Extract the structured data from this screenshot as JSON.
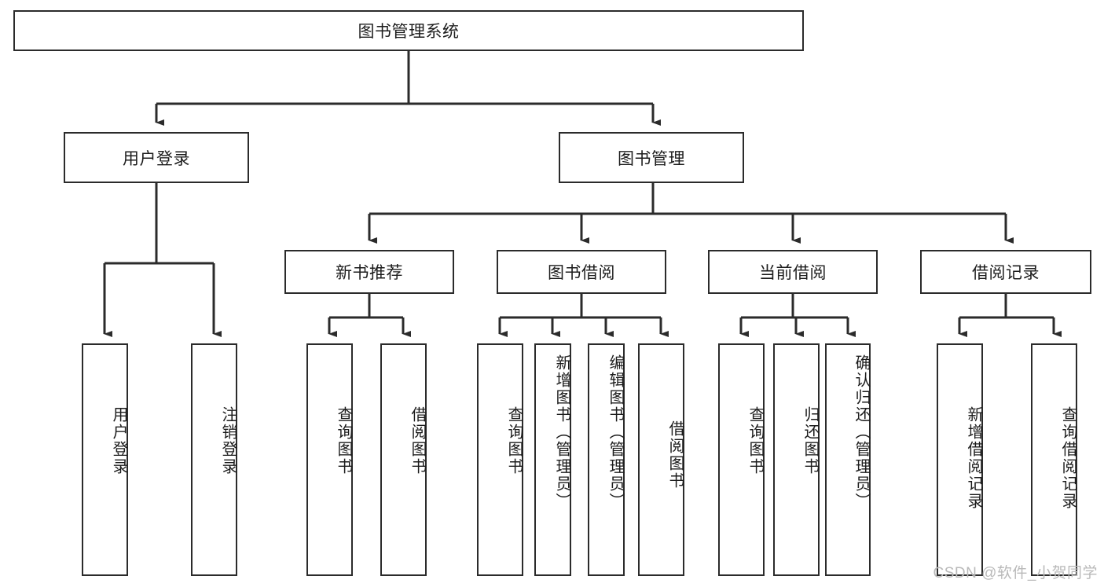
{
  "diagram": {
    "type": "tree-hierarchy",
    "title": "图书管理系统",
    "watermark": "CSDN @软件_小贺同学",
    "colors": {
      "stroke": "#2b2b2b",
      "fill": "#ffffff",
      "text": "#1c1c1c",
      "watermark": "#b9b9b9"
    },
    "root": {
      "label": "图书管理系统",
      "orientation": "horizontal"
    },
    "level2": [
      {
        "label": "用户登录",
        "orientation": "horizontal"
      },
      {
        "label": "图书管理",
        "orientation": "horizontal"
      }
    ],
    "level3": [
      {
        "label": "新书推荐",
        "orientation": "horizontal"
      },
      {
        "label": "图书借阅",
        "orientation": "horizontal"
      },
      {
        "label": "当前借阅",
        "orientation": "horizontal"
      },
      {
        "label": "借阅记录",
        "orientation": "horizontal"
      }
    ],
    "leaves": {
      "user_login": [
        {
          "label": "用户登录",
          "orientation": "vertical"
        },
        {
          "label": "注销登录",
          "orientation": "vertical"
        }
      ],
      "new_book_recommend": [
        {
          "label": "查询图书",
          "orientation": "vertical"
        },
        {
          "label": "借阅图书",
          "orientation": "vertical"
        }
      ],
      "book_borrow": [
        {
          "label": "查询图书",
          "orientation": "vertical"
        },
        {
          "label": "新增图书（管理员）",
          "orientation": "vertical"
        },
        {
          "label": "编辑图书（管理员）",
          "orientation": "vertical"
        },
        {
          "label": "借阅图书",
          "orientation": "vertical"
        }
      ],
      "current_borrow": [
        {
          "label": "查询图书",
          "orientation": "vertical"
        },
        {
          "label": "归还图书",
          "orientation": "vertical"
        },
        {
          "label": "确认归还（管理员）",
          "orientation": "vertical"
        }
      ],
      "borrow_record": [
        {
          "label": "新增借阅记录",
          "orientation": "vertical"
        },
        {
          "label": "查询借阅记录",
          "orientation": "vertical"
        }
      ]
    }
  }
}
